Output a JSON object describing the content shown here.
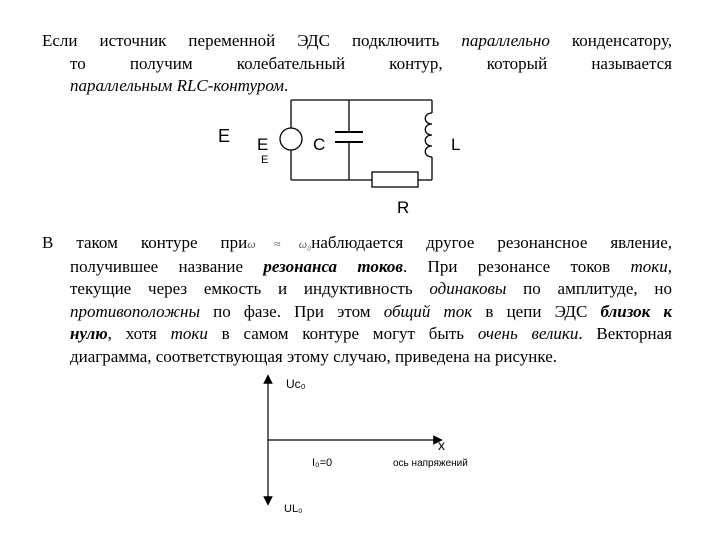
{
  "para1": {
    "l1_a": "Если источник переменной ЭДС подключить ",
    "l1_i": "параллельно",
    "l1_b": " конденсатору,",
    "l2": "то получим колебательный контур, который называется",
    "l3_i": "параллельным RLC-контуром",
    "l3_b": "."
  },
  "circuit": {
    "label_E_left": "E",
    "label_E_src": "E",
    "label_E_sub": "E",
    "label_C": "C",
    "label_L": "L",
    "label_R": "R"
  },
  "para2": {
    "l1_a": "В таком контуре при",
    "formula": "ω ≈ ω₀",
    "l1_b": "наблюдается другое резонансное явление,",
    "l2_a": "получившее название ",
    "l2_bi": "резонанса токов",
    "l2_b": ". При резонансе токов ",
    "l2_i": "токи",
    "l2_c": ",",
    "l3_a": "текущие через емкость и индуктивность ",
    "l3_i": "одинаковы",
    "l3_b": " по амплитуде, но",
    "l4_i": "противоположны",
    "l4_a": " по фазе. При этом ",
    "l4_i2": "общий ток",
    "l4_b": " в цепи ЭДС ",
    "l4_bi": "близок к",
    "l5_bi": "нулю",
    "l5_a": ", хотя ",
    "l5_i": "токи",
    "l5_b": " в самом контуре могут быть ",
    "l5_i2": "очень велики",
    "l5_c": ". Векторная",
    "l6": "диаграмма, соответствующая этому случаю, приведена на рисунке."
  },
  "diagram": {
    "label_top": "Uc₀",
    "label_bottom": "UL₀",
    "label_x": "x",
    "label_i0": "I₀=0",
    "label_axis": "ось напряжений"
  }
}
